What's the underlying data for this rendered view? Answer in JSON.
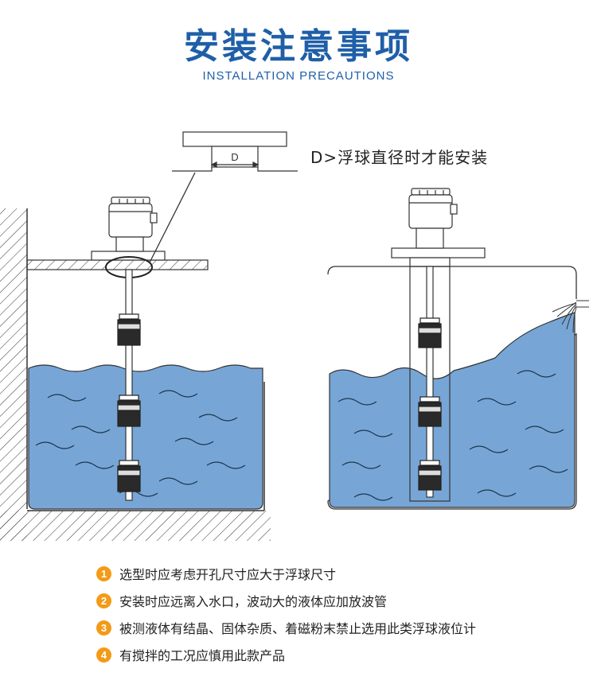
{
  "header": {
    "title": "安装注意事项",
    "subtitle": "INSTALLATION PRECAUTIONS"
  },
  "diagram": {
    "d_label": "D",
    "note": "D>浮球直径时才能安装",
    "water_color": "#77a6d6",
    "line_color": "#333333"
  },
  "precautions": [
    {
      "num": "1",
      "text": "选型时应考虑开孔尺寸应大于浮球尺寸"
    },
    {
      "num": "2",
      "text": "安装时应远离入水口，波动大的液体应加放波管"
    },
    {
      "num": "3",
      "text": "被测液体有结晶、固体杂质、着磁粉末禁止选用此类浮球液位计"
    },
    {
      "num": "4",
      "text": "有搅拌的工况应慎用此款产品"
    }
  ],
  "colors": {
    "accent": "#1f5fa8",
    "badge": "#f39a17"
  }
}
